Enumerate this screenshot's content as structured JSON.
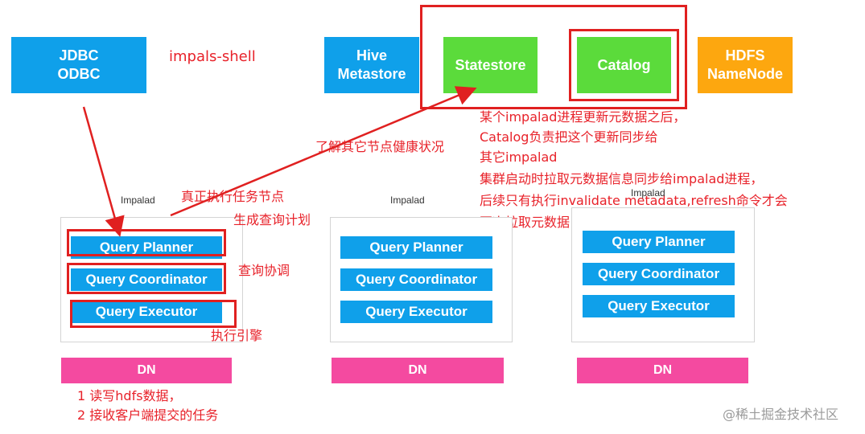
{
  "colors": {
    "blue": "#0fa0ea",
    "green": "#5bdb3b",
    "orange": "#fda70f",
    "pink": "#f44aa0",
    "red": "#e02020"
  },
  "top": {
    "jdbc": "JDBC\nODBC",
    "impala_shell": "impals-shell",
    "hive": "Hive\nMetastore",
    "statestore": "Statestore",
    "catalog": "Catalog",
    "hdfs": "HDFS\nNameNode"
  },
  "nodes": [
    {
      "label": "Impalad",
      "planner": "Query Planner",
      "coordinator": "Query Coordinator",
      "executor": "Query Executor",
      "dn": "DN"
    },
    {
      "label": "Impalad",
      "planner": "Query Planner",
      "coordinator": "Query Coordinator",
      "executor": "Query Executor",
      "dn": "DN"
    },
    {
      "label": "Impalad",
      "planner": "Query Planner",
      "coordinator": "Query Coordinator",
      "executor": "Query Executor",
      "dn": "DN"
    }
  ],
  "annotations": {
    "health": "了解其它节点健康状况",
    "catalog_1": "某个impalad进程更新元数据之后，",
    "catalog_2": "Catalog负责把这个更新同步给",
    "catalog_3": "其它impalad",
    "catalog_4": "集群启动时拉取元数据信息同步给impalad进程，",
    "catalog_5": "后续只有执行invalidate metadata,refresh命令才会",
    "catalog_6": "再次拉取元数据",
    "real_exec": "真正执行任务节点",
    "gen_plan": "生成查询计划",
    "coord": "查询协调",
    "engine": "执行引擎",
    "dn_1": "1 读写hdfs数据，",
    "dn_2": "2 接收客户端提交的任务"
  },
  "watermark": "@稀土掘金技术社区"
}
